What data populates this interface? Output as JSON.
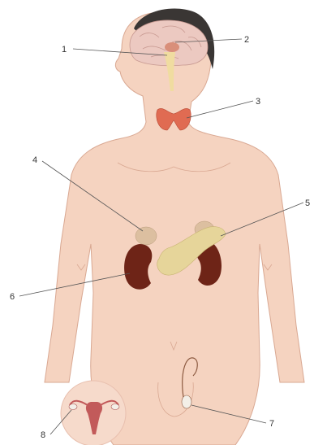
{
  "figure": {
    "colors": {
      "skin": "#f5d3c0",
      "skin_edge": "#d9a892",
      "hair": "#3a3634",
      "brain": "#ecc9c1",
      "brain_fold": "#c89a92",
      "pituitary": "#d98f7a",
      "spinal": "#f0dca0",
      "thyroid": "#e06b52",
      "kidney": "#6e2417",
      "adrenal": "#dcbfa0",
      "pancreas": "#e6d59a",
      "gonad": "#f3efe8",
      "uterus": "#c25a5a",
      "leader": "#555555"
    }
  },
  "callouts": [
    {
      "id": "1",
      "label": "1"
    },
    {
      "id": "2",
      "label": "2"
    },
    {
      "id": "3",
      "label": "3"
    },
    {
      "id": "4",
      "label": "4"
    },
    {
      "id": "5",
      "label": "5"
    },
    {
      "id": "6",
      "label": "6"
    },
    {
      "id": "7",
      "label": "7"
    },
    {
      "id": "8",
      "label": "8"
    }
  ]
}
